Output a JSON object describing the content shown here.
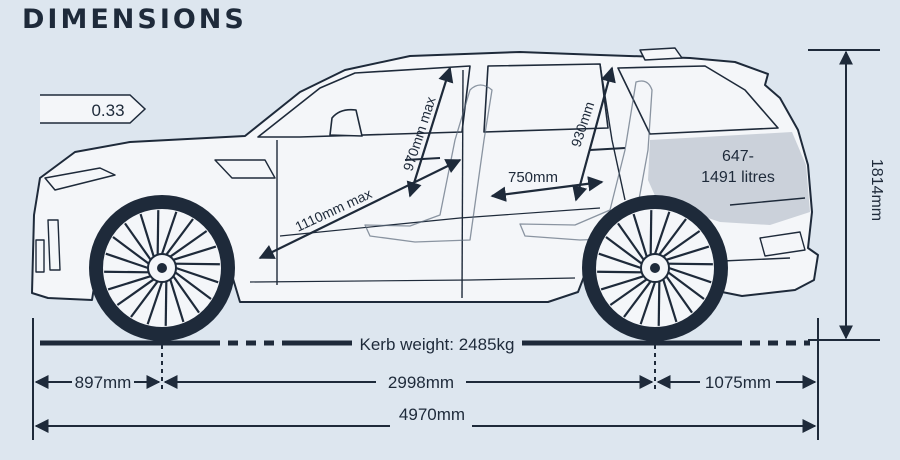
{
  "title": "DIMENSIONS",
  "drag_coefficient": "0.33",
  "labels": {
    "front_legroom": "1110mm max",
    "front_headroom": "970mm max",
    "rear_legroom": "750mm",
    "rear_headroom": "930mm",
    "boot_line1": "647-",
    "boot_line2": "1491 litres",
    "height": "1814mm",
    "kerb_weight": "Kerb weight: 2485kg",
    "front_overhang": "897mm",
    "wheelbase": "2998mm",
    "rear_overhang": "1075mm",
    "length": "4970mm"
  },
  "colors": {
    "background": "#dde6ef",
    "ink": "#1e2a3a",
    "body_fill": "#f4f6f9",
    "boot_shade": "#c6cdd6"
  }
}
